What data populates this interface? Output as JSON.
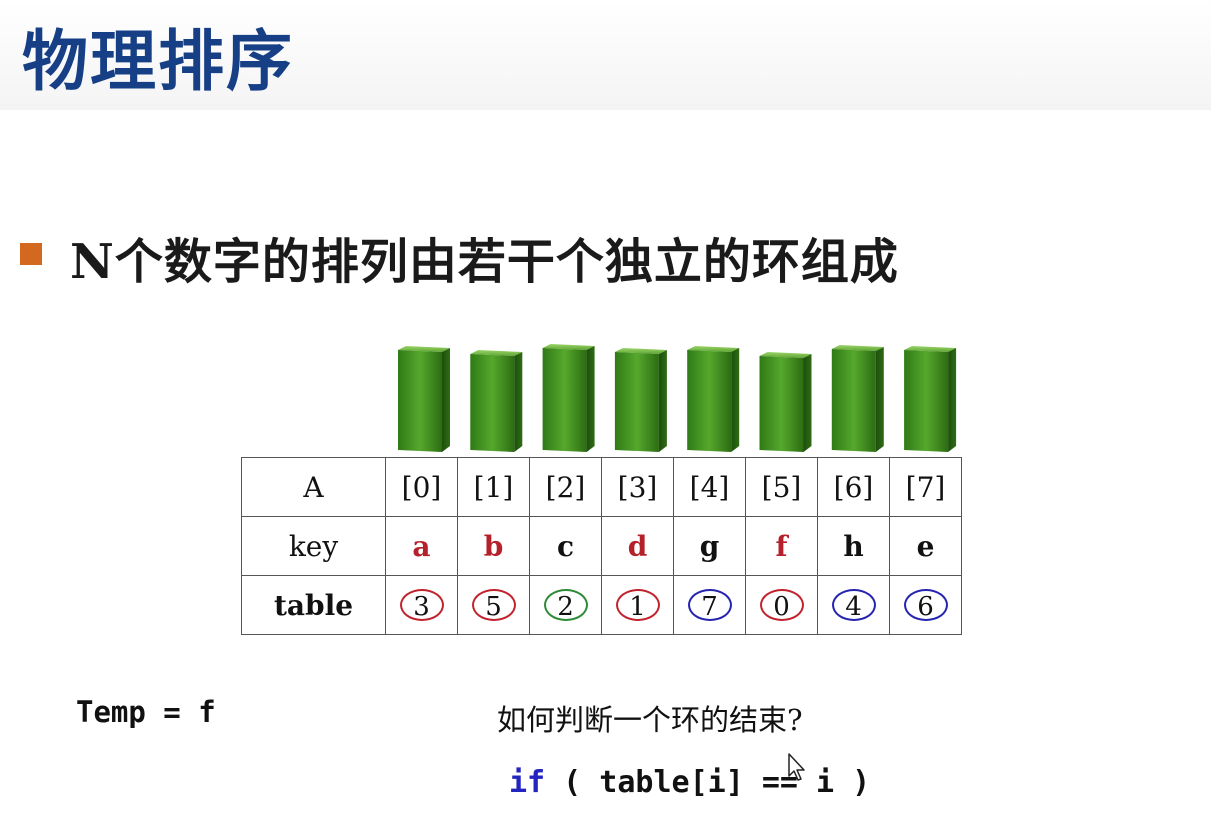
{
  "slide": {
    "title": "物理排序",
    "bullet": "N个数字的排列由若干个独立的环组成"
  },
  "table": {
    "row_labels": [
      "A",
      "key",
      "table"
    ],
    "columns": [
      {
        "index": "[0]",
        "key": "a",
        "key_color": "red",
        "table": "3",
        "circle_color": "red"
      },
      {
        "index": "[1]",
        "key": "b",
        "key_color": "red",
        "table": "5",
        "circle_color": "red"
      },
      {
        "index": "[2]",
        "key": "c",
        "key_color": "black",
        "table": "2",
        "circle_color": "green"
      },
      {
        "index": "[3]",
        "key": "d",
        "key_color": "red",
        "table": "1",
        "circle_color": "red"
      },
      {
        "index": "[4]",
        "key": "g",
        "key_color": "black",
        "table": "7",
        "circle_color": "blue"
      },
      {
        "index": "[5]",
        "key": "f",
        "key_color": "red",
        "table": "0",
        "circle_color": "red"
      },
      {
        "index": "[6]",
        "key": "h",
        "key_color": "black",
        "table": "4",
        "circle_color": "blue"
      },
      {
        "index": "[7]",
        "key": "e",
        "key_color": "black",
        "table": "6",
        "circle_color": "blue"
      }
    ]
  },
  "temp_line": "Temp = f",
  "question": "如何判断一个环的结束?",
  "code": {
    "keyword": "if",
    "rest": " ( table[i] == i )"
  },
  "colors": {
    "title": "#173f86",
    "bullet": "#d2691e",
    "domino": "#3f8f1f",
    "red": "#c0232e",
    "green": "#2d8a36",
    "blue": "#2424b0"
  },
  "icons": [
    "green-domino-icon",
    "mouse-cursor-icon",
    "bullet-square-icon"
  ]
}
